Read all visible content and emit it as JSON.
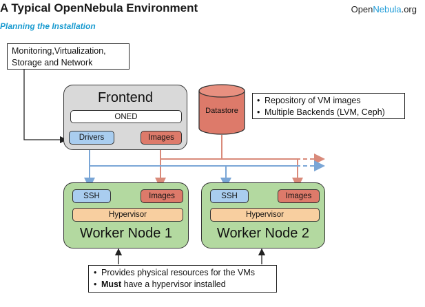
{
  "header": {
    "title": "A Typical OpenNebula Environment",
    "subtitle": "Planning the Installation",
    "logo_prefix": "Open",
    "logo_highlight": "Nebula",
    "logo_suffix": ".org"
  },
  "monitoring_note": {
    "line1": "Monitoring,Virtualization,",
    "line2": "Storage and Network"
  },
  "frontend": {
    "title": "Frontend",
    "oned": "ONED",
    "drivers": "Drivers",
    "images": "Images"
  },
  "datastore": {
    "label": "Datastore",
    "notes": [
      "Repository of VM images",
      "Multiple Backends (LVM, Ceph)"
    ]
  },
  "worker1": {
    "title": "Worker Node 1",
    "ssh": "SSH",
    "images": "Images",
    "hypervisor": "Hypervisor"
  },
  "worker2": {
    "title": "Worker Node 2",
    "ssh": "SSH",
    "images": "Images",
    "hypervisor": "Hypervisor"
  },
  "bottom_note": {
    "line1": "Provides physical resources for the VMs",
    "line2_bold": "Must",
    "line2_rest": " have a hypervisor installed"
  },
  "colors": {
    "blue_line": "#7aa6d6",
    "red_line": "#d98a7a",
    "accent": "#1e9bd7"
  }
}
